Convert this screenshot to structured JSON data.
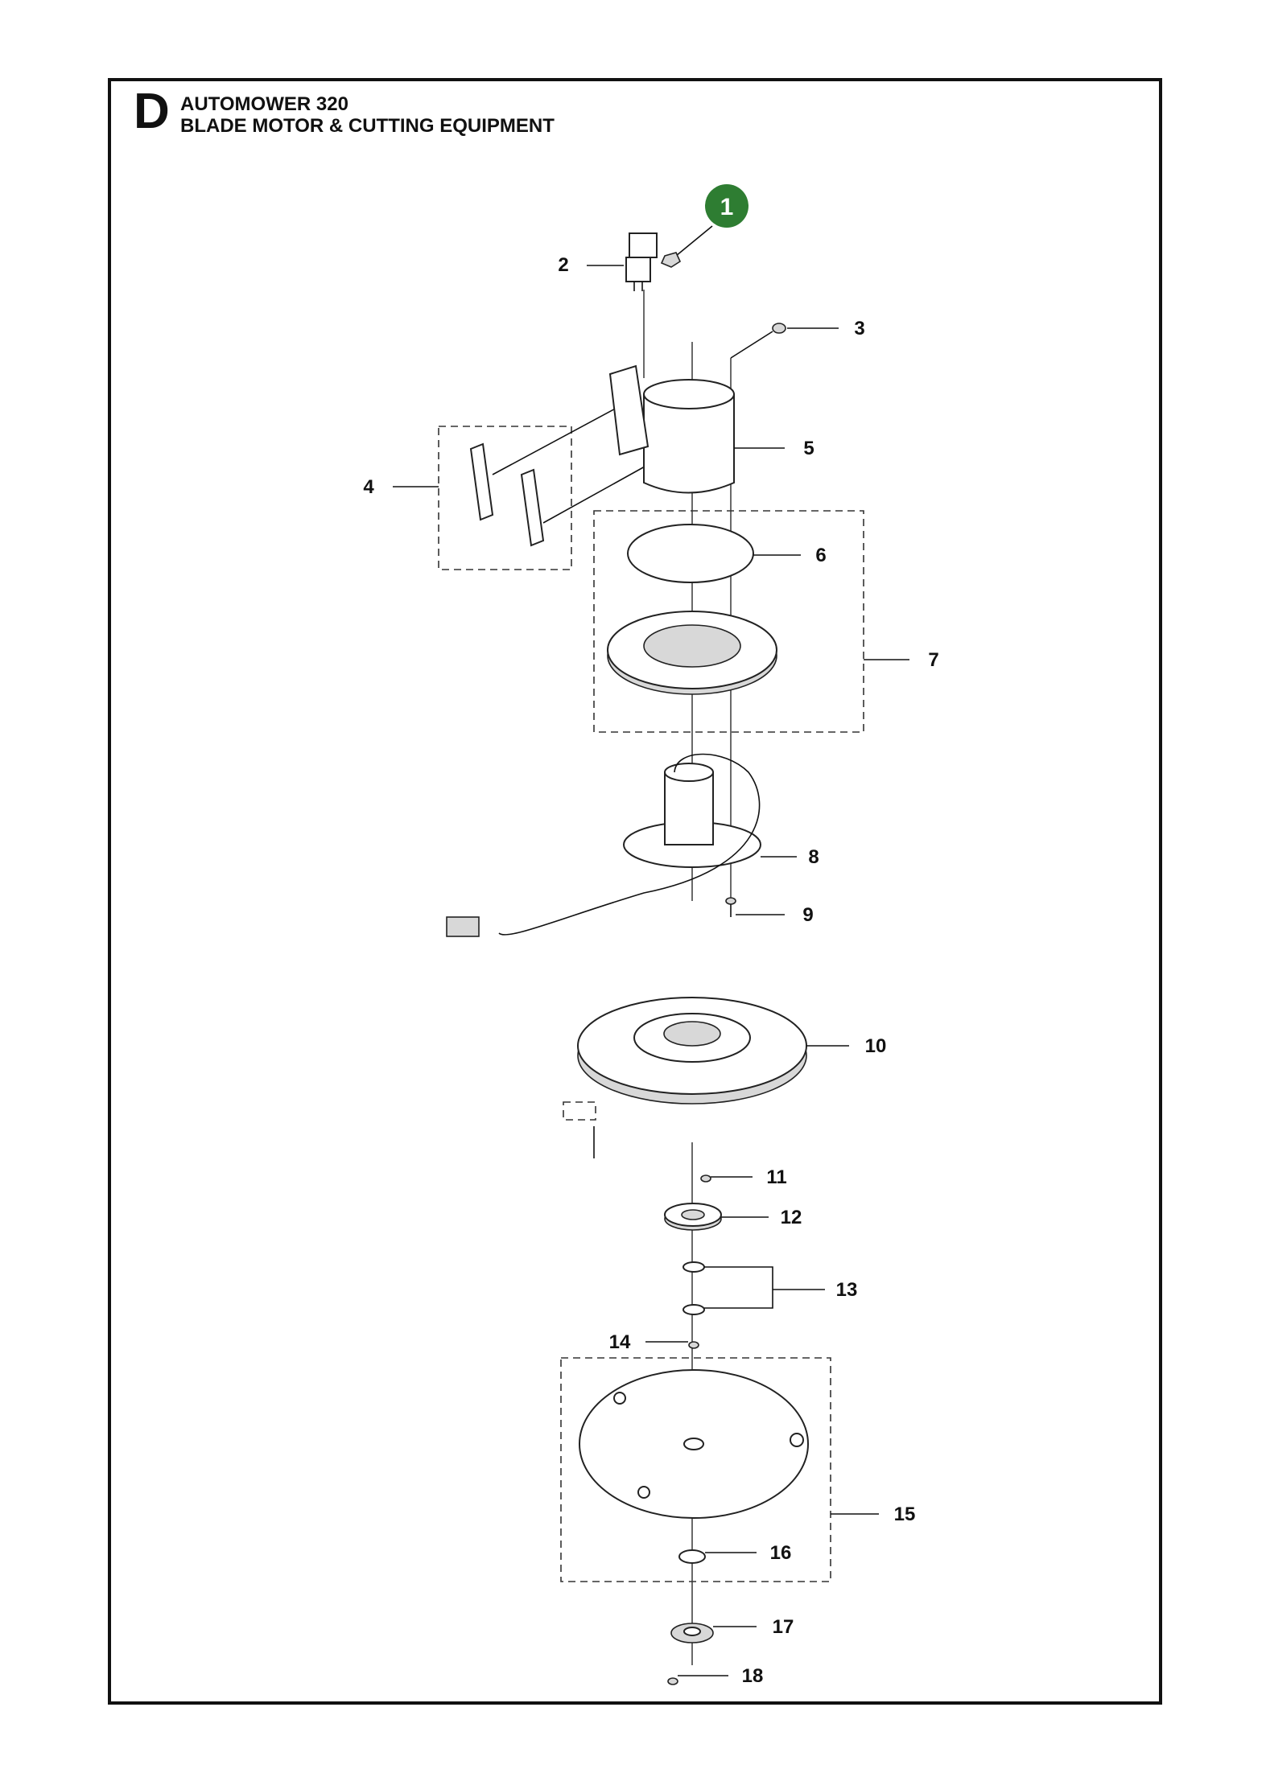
{
  "section": {
    "letter": "D"
  },
  "title": {
    "line1": "AUTOMOWER 320",
    "line2": "BLADE MOTOR & CUTTING EQUIPMENT"
  },
  "badge": {
    "number": "1",
    "color": "#2e7d32"
  },
  "callouts": [
    "2",
    "3",
    "4",
    "5",
    "6",
    "7",
    "8",
    "9",
    "10",
    "11",
    "12",
    "13",
    "14",
    "15",
    "16",
    "17",
    "18"
  ]
}
